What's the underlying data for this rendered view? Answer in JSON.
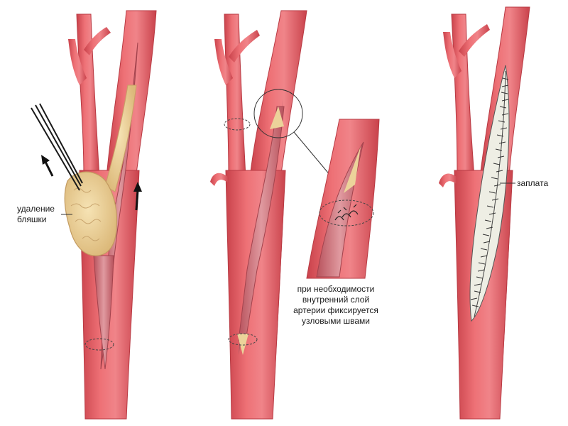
{
  "labels": {
    "plaque_removal": "удаление\nбляшки",
    "note": "при необходимости\nвнутренний слой\nартерии фиксируется\nузловыми швами",
    "patch": "заплата"
  },
  "colors": {
    "artery": "#e8636a",
    "artery_dark": "#c7434b",
    "artery_light": "#f29a9d",
    "lumen": "#cf6f78",
    "plaque": "#ecd39a",
    "plaque_dark": "#d7b574",
    "patch": "#f0f0e6",
    "ink": "#222222"
  }
}
